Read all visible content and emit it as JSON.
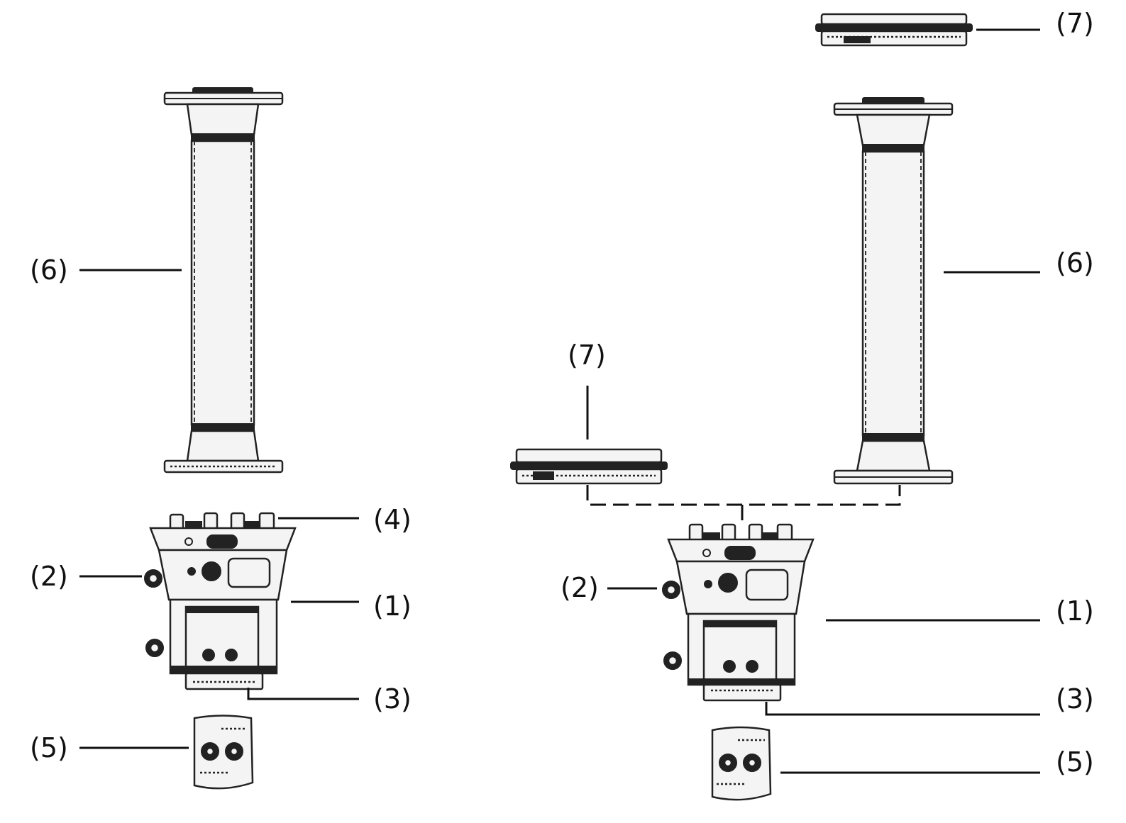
{
  "callouts": {
    "left_6": "(6)",
    "left_4": "(4)",
    "left_2": "(2)",
    "left_1": "(1)",
    "left_3": "(3)",
    "left_5": "(5)",
    "right_7_top": "(7)",
    "right_6": "(6)",
    "right_7_mid": "(7)",
    "right_2": "(2)",
    "right_1": "(1)",
    "right_3": "(3)",
    "right_5": "(5)"
  }
}
